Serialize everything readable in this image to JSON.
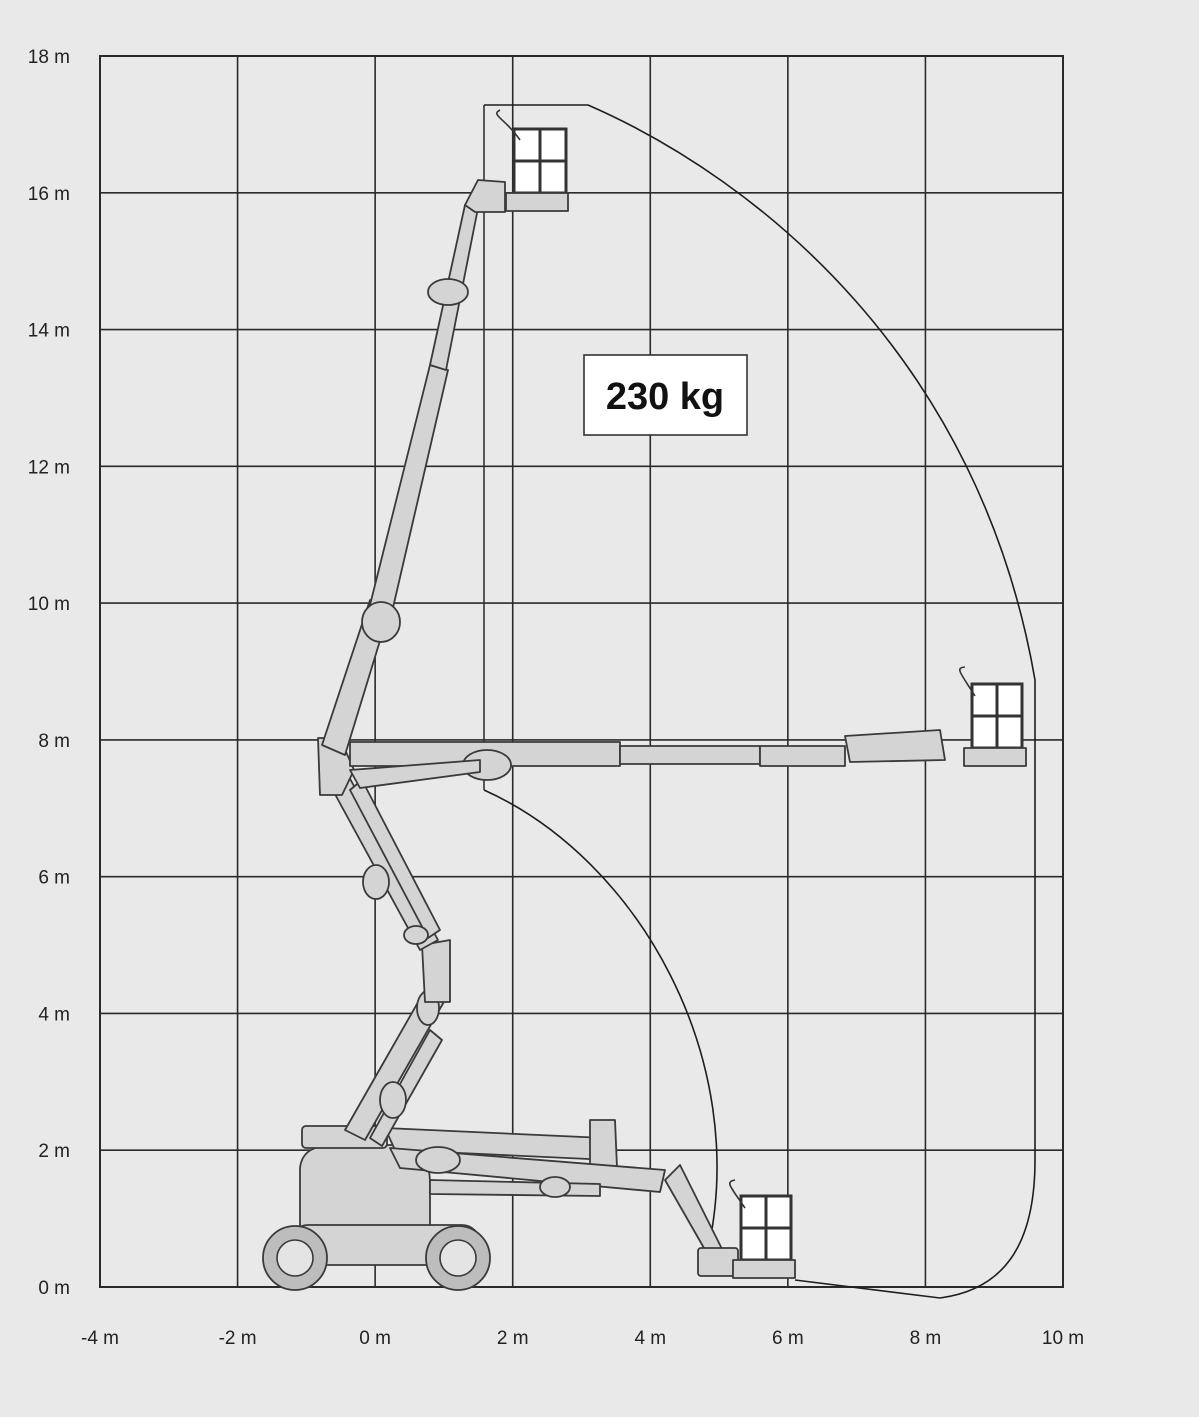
{
  "diagram": {
    "capacity_label": "230 kg",
    "x_ticks": [
      "-4 m",
      "-2 m",
      "0 m",
      "2 m",
      "4 m",
      "6 m",
      "8 m",
      "10 m"
    ],
    "y_ticks": [
      "0 m",
      "2 m",
      "4 m",
      "6 m",
      "8 m",
      "10 m",
      "12 m",
      "14 m",
      "16 m",
      "18 m"
    ],
    "x_range_m": [
      -4,
      10
    ],
    "y_range_m": [
      0,
      18
    ],
    "grid": true,
    "colors": {
      "background": "#e9e9e9",
      "machine": "#d4d4d4",
      "lines": "#2a2a2a"
    }
  }
}
